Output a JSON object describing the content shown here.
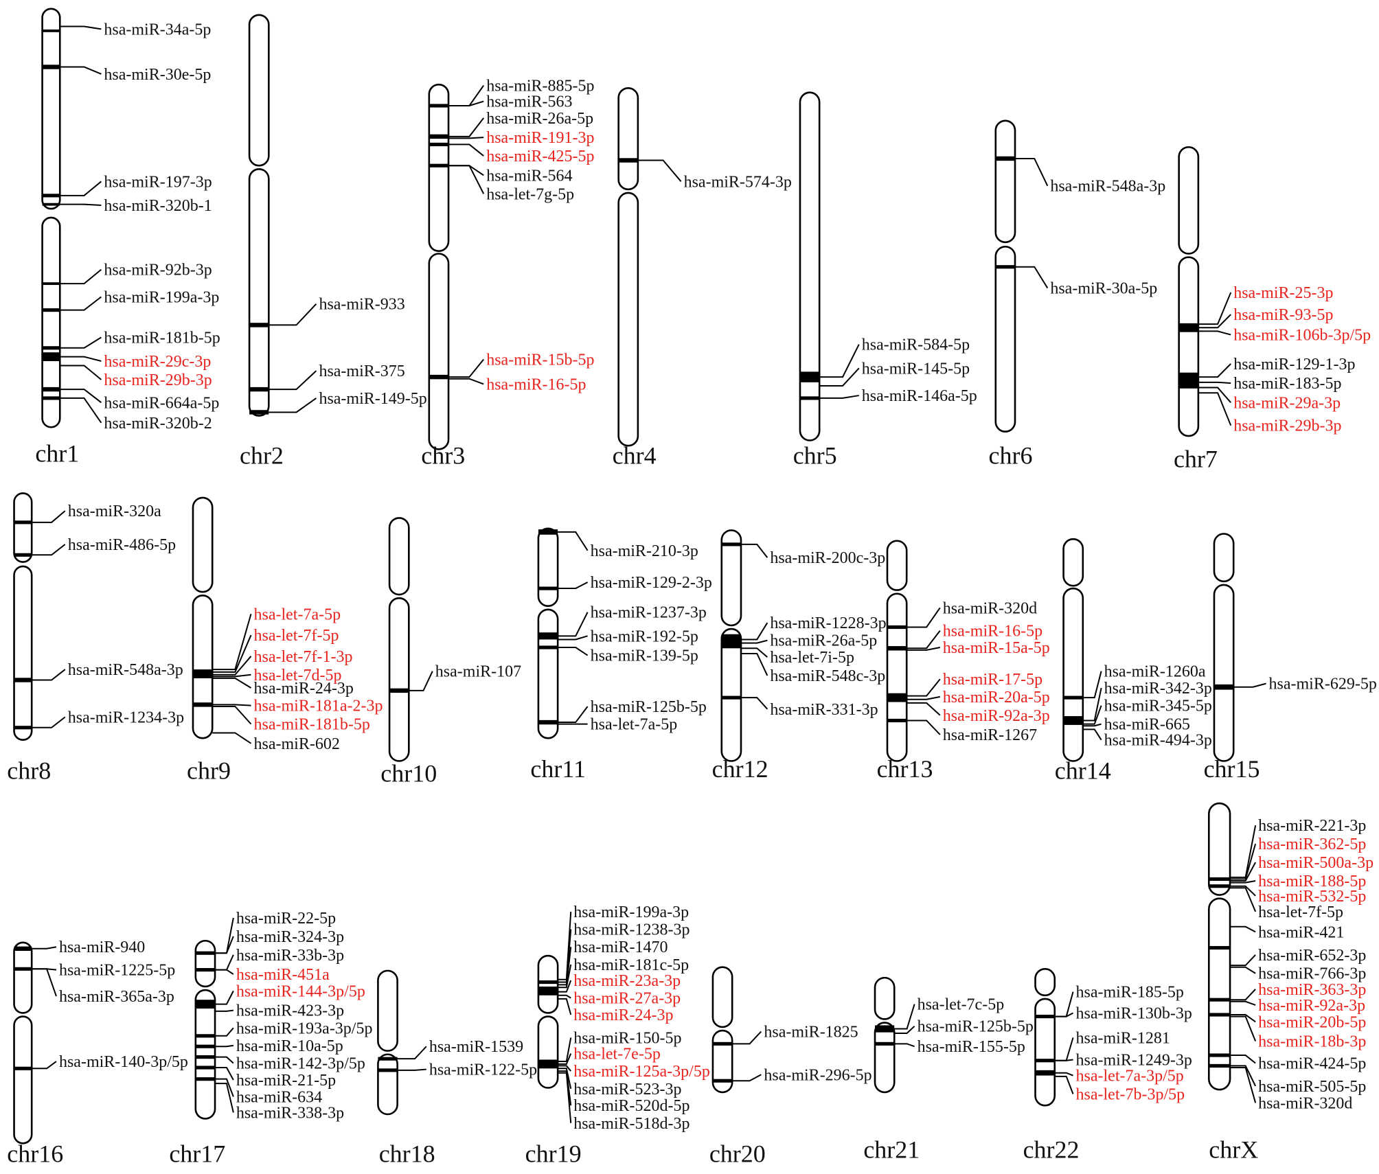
{
  "colors": {
    "normal": "#111111",
    "highlight": "#e8231e",
    "outline": "#000000"
  },
  "chromosomes": [
    {
      "id": "chr1",
      "label": "chr1",
      "mirnas": [
        {
          "name": "hsa-miR-34a-5p",
          "hi": false
        },
        {
          "name": "hsa-miR-30e-5p",
          "hi": false
        },
        {
          "name": "hsa-miR-197-3p",
          "hi": false
        },
        {
          "name": "hsa-miR-320b-1",
          "hi": false
        },
        {
          "name": "hsa-miR-92b-3p",
          "hi": false
        },
        {
          "name": "hsa-miR-199a-3p",
          "hi": false
        },
        {
          "name": "hsa-miR-181b-5p",
          "hi": false
        },
        {
          "name": "hsa-miR-29c-3p",
          "hi": true
        },
        {
          "name": "hsa-miR-29b-3p",
          "hi": true
        },
        {
          "name": "hsa-miR-664a-5p",
          "hi": false
        },
        {
          "name": "hsa-miR-320b-2",
          "hi": false
        }
      ]
    },
    {
      "id": "chr2",
      "label": "chr2",
      "mirnas": [
        {
          "name": "hsa-miR-933",
          "hi": false
        },
        {
          "name": "hsa-miR-375",
          "hi": false
        },
        {
          "name": "hsa-miR-149-5p",
          "hi": false
        }
      ]
    },
    {
      "id": "chr3",
      "label": "chr3",
      "mirnas": [
        {
          "name": "hsa-miR-885-5p",
          "hi": false
        },
        {
          "name": "hsa-miR-563",
          "hi": false
        },
        {
          "name": "hsa-miR-26a-5p",
          "hi": false
        },
        {
          "name": "hsa-miR-191-3p",
          "hi": true
        },
        {
          "name": "hsa-miR-425-5p",
          "hi": true
        },
        {
          "name": "hsa-miR-564",
          "hi": false
        },
        {
          "name": "hsa-let-7g-5p",
          "hi": false
        },
        {
          "name": "hsa-miR-15b-5p",
          "hi": true
        },
        {
          "name": "hsa-miR-16-5p",
          "hi": true
        }
      ]
    },
    {
      "id": "chr4",
      "label": "chr4",
      "mirnas": [
        {
          "name": "hsa-miR-574-3p",
          "hi": false
        }
      ]
    },
    {
      "id": "chr5",
      "label": "chr5",
      "mirnas": [
        {
          "name": "hsa-miR-584-5p",
          "hi": false
        },
        {
          "name": "hsa-miR-145-5p",
          "hi": false
        },
        {
          "name": "hsa-miR-146a-5p",
          "hi": false
        }
      ]
    },
    {
      "id": "chr6",
      "label": "chr6",
      "mirnas": [
        {
          "name": "hsa-miR-548a-3p",
          "hi": false
        },
        {
          "name": "hsa-miR-30a-5p",
          "hi": false
        }
      ]
    },
    {
      "id": "chr7",
      "label": "chr7",
      "mirnas": [
        {
          "name": "hsa-miR-25-3p",
          "hi": true
        },
        {
          "name": "hsa-miR-93-5p",
          "hi": true
        },
        {
          "name": "hsa-miR-106b-3p/5p",
          "hi": true
        },
        {
          "name": "hsa-miR-129-1-3p",
          "hi": false
        },
        {
          "name": "hsa-miR-183-5p",
          "hi": false
        },
        {
          "name": "hsa-miR-29a-3p",
          "hi": true
        },
        {
          "name": "hsa-miR-29b-3p",
          "hi": true
        }
      ]
    },
    {
      "id": "chr8",
      "label": "chr8",
      "mirnas": [
        {
          "name": "hsa-miR-320a",
          "hi": false
        },
        {
          "name": "hsa-miR-486-5p",
          "hi": false
        },
        {
          "name": "hsa-miR-548a-3p",
          "hi": false
        },
        {
          "name": "hsa-miR-1234-3p",
          "hi": false
        }
      ]
    },
    {
      "id": "chr9",
      "label": "chr9",
      "mirnas": [
        {
          "name": "hsa-let-7a-5p",
          "hi": true
        },
        {
          "name": "hsa-let-7f-5p",
          "hi": true
        },
        {
          "name": "hsa-let-7f-1-3p",
          "hi": true
        },
        {
          "name": "hsa-let-7d-5p",
          "hi": true
        },
        {
          "name": "hsa-miR-24-3p",
          "hi": false
        },
        {
          "name": "hsa-miR-181a-2-3p",
          "hi": true
        },
        {
          "name": "hsa-miR-181b-5p",
          "hi": true
        },
        {
          "name": "hsa-miR-602",
          "hi": false
        }
      ]
    },
    {
      "id": "chr10",
      "label": "chr10",
      "mirnas": [
        {
          "name": "hsa-miR-107",
          "hi": false
        }
      ]
    },
    {
      "id": "chr11",
      "label": "chr11",
      "mirnas": [
        {
          "name": "hsa-miR-210-3p",
          "hi": false
        },
        {
          "name": "hsa-miR-129-2-3p",
          "hi": false
        },
        {
          "name": "hsa-miR-1237-3p",
          "hi": false
        },
        {
          "name": "hsa-miR-192-5p",
          "hi": false
        },
        {
          "name": "hsa-miR-139-5p",
          "hi": false
        },
        {
          "name": "hsa-miR-125b-5p",
          "hi": false
        },
        {
          "name": "hsa-let-7a-5p",
          "hi": false
        }
      ]
    },
    {
      "id": "chr12",
      "label": "chr12",
      "mirnas": [
        {
          "name": "hsa-miR-200c-3p",
          "hi": false
        },
        {
          "name": "hsa-miR-1228-3p",
          "hi": false
        },
        {
          "name": "hsa-miR-26a-5p",
          "hi": false
        },
        {
          "name": "hsa-let-7i-5p",
          "hi": false
        },
        {
          "name": "hsa-miR-548c-3p",
          "hi": false
        },
        {
          "name": "hsa-miR-331-3p",
          "hi": false
        }
      ]
    },
    {
      "id": "chr13",
      "label": "chr13",
      "mirnas": [
        {
          "name": "hsa-miR-320d",
          "hi": false
        },
        {
          "name": "hsa-miR-16-5p",
          "hi": true
        },
        {
          "name": "hsa-miR-15a-5p",
          "hi": true
        },
        {
          "name": "hsa-miR-17-5p",
          "hi": true
        },
        {
          "name": "hsa-miR-20a-5p",
          "hi": true
        },
        {
          "name": "hsa-miR-92a-3p",
          "hi": true
        },
        {
          "name": "hsa-miR-1267",
          "hi": false
        }
      ]
    },
    {
      "id": "chr14",
      "label": "chr14",
      "mirnas": [
        {
          "name": "hsa-miR-1260a",
          "hi": false
        },
        {
          "name": "hsa-miR-342-3p",
          "hi": false
        },
        {
          "name": "hsa-miR-345-5p",
          "hi": false
        },
        {
          "name": "hsa-miR-665",
          "hi": false
        },
        {
          "name": "hsa-miR-494-3p",
          "hi": false
        }
      ]
    },
    {
      "id": "chr15",
      "label": "chr15",
      "mirnas": [
        {
          "name": "hsa-miR-629-5p",
          "hi": false
        }
      ]
    },
    {
      "id": "chr16",
      "label": "chr16",
      "mirnas": [
        {
          "name": "hsa-miR-940",
          "hi": false
        },
        {
          "name": "hsa-miR-1225-5p",
          "hi": false
        },
        {
          "name": "hsa-miR-365a-3p",
          "hi": false
        },
        {
          "name": "hsa-miR-140-3p/5p",
          "hi": false
        }
      ]
    },
    {
      "id": "chr17",
      "label": "chr17",
      "mirnas": [
        {
          "name": "hsa-miR-22-5p",
          "hi": false
        },
        {
          "name": "hsa-miR-324-3p",
          "hi": false
        },
        {
          "name": "hsa-miR-33b-3p",
          "hi": false
        },
        {
          "name": "hsa-miR-451a",
          "hi": true
        },
        {
          "name": "hsa-miR-144-3p/5p",
          "hi": true
        },
        {
          "name": "hsa-miR-423-3p",
          "hi": false
        },
        {
          "name": "hsa-miR-193a-3p/5p",
          "hi": false
        },
        {
          "name": "hsa-miR-10a-5p",
          "hi": false
        },
        {
          "name": "hsa-miR-142-3p/5p",
          "hi": false
        },
        {
          "name": "hsa-miR-21-5p",
          "hi": false
        },
        {
          "name": "hsa-miR-634",
          "hi": false
        },
        {
          "name": "hsa-miR-338-3p",
          "hi": false
        }
      ]
    },
    {
      "id": "chr18",
      "label": "chr18",
      "mirnas": [
        {
          "name": "hsa-miR-1539",
          "hi": false
        },
        {
          "name": "hsa-miR-122-5p",
          "hi": false
        }
      ]
    },
    {
      "id": "chr19",
      "label": "chr19",
      "mirnas": [
        {
          "name": "hsa-miR-199a-3p",
          "hi": false
        },
        {
          "name": "hsa-miR-1238-3p",
          "hi": false
        },
        {
          "name": "hsa-miR-1470",
          "hi": false
        },
        {
          "name": "hsa-miR-181c-5p",
          "hi": false
        },
        {
          "name": "hsa-miR-23a-3p",
          "hi": true
        },
        {
          "name": "hsa-miR-27a-3p",
          "hi": true
        },
        {
          "name": "hsa-miR-24-3p",
          "hi": true
        },
        {
          "name": "hsa-miR-150-5p",
          "hi": false
        },
        {
          "name": "hsa-let-7e-5p",
          "hi": true
        },
        {
          "name": "hsa-miR-125a-3p/5p",
          "hi": true
        },
        {
          "name": "hsa-miR-523-3p",
          "hi": false
        },
        {
          "name": "hsa-miR-520d-5p",
          "hi": false
        },
        {
          "name": "hsa-miR-518d-3p",
          "hi": false
        }
      ]
    },
    {
      "id": "chr20",
      "label": "chr20",
      "mirnas": [
        {
          "name": "hsa-miR-1825",
          "hi": false
        },
        {
          "name": "hsa-miR-296-5p",
          "hi": false
        }
      ]
    },
    {
      "id": "chr21",
      "label": "chr21",
      "mirnas": [
        {
          "name": "hsa-let-7c-5p",
          "hi": false
        },
        {
          "name": "hsa-miR-125b-5p",
          "hi": false
        },
        {
          "name": "hsa-miR-155-5p",
          "hi": false
        }
      ]
    },
    {
      "id": "chr22",
      "label": "chr22",
      "mirnas": [
        {
          "name": "hsa-miR-185-5p",
          "hi": false
        },
        {
          "name": "hsa-miR-130b-3p",
          "hi": false
        },
        {
          "name": "hsa-miR-1281",
          "hi": false
        },
        {
          "name": "hsa-miR-1249-3p",
          "hi": false
        },
        {
          "name": "hsa-let-7a-3p/5p",
          "hi": true
        },
        {
          "name": "hsa-let-7b-3p/5p",
          "hi": true
        }
      ]
    },
    {
      "id": "chrX",
      "label": "chrX",
      "mirnas": [
        {
          "name": "hsa-miR-221-3p",
          "hi": false
        },
        {
          "name": "hsa-miR-362-5p",
          "hi": true
        },
        {
          "name": "hsa-miR-500a-3p",
          "hi": true
        },
        {
          "name": "hsa-miR-188-5p",
          "hi": true
        },
        {
          "name": "hsa-miR-532-5p",
          "hi": true
        },
        {
          "name": "hsa-let-7f-5p",
          "hi": false
        },
        {
          "name": "hsa-miR-421",
          "hi": false
        },
        {
          "name": "hsa-miR-652-3p",
          "hi": false
        },
        {
          "name": "hsa-miR-766-3p",
          "hi": false
        },
        {
          "name": "hsa-miR-363-3p",
          "hi": true
        },
        {
          "name": "hsa-miR-92a-3p",
          "hi": true
        },
        {
          "name": "hsa-miR-20b-5p",
          "hi": true
        },
        {
          "name": "hsa-miR-18b-3p",
          "hi": true
        },
        {
          "name": "hsa-miR-424-5p",
          "hi": false
        },
        {
          "name": "hsa-miR-505-5p",
          "hi": false
        },
        {
          "name": "hsa-miR-320d",
          "hi": false
        }
      ]
    }
  ]
}
